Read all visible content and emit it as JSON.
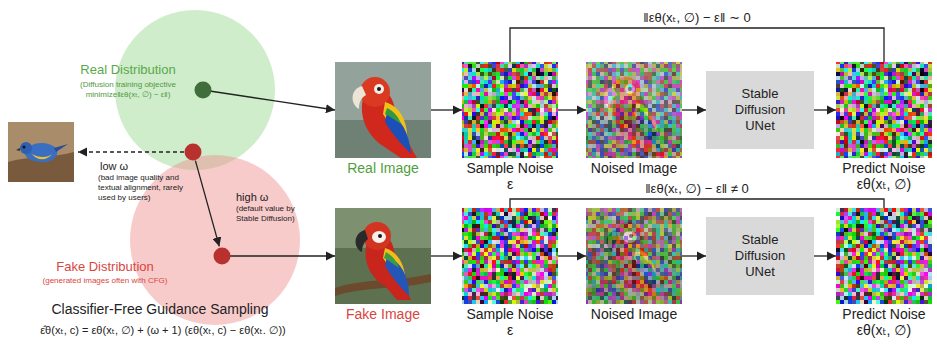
{
  "diagram": {
    "nodes": [
      {
        "text": [
          "Real Distribution",
          "(Diffusion training objective minimize‖εθ(xₜ, ∅) − ε‖)"
        ]
      },
      {
        "text": [
          "Fake Distribution",
          "(generated images often with CFG)"
        ]
      },
      {
        "text": [
          "Real Image"
        ]
      },
      {
        "text": [
          "Sample Noise",
          "ε"
        ]
      },
      {
        "text": [
          "Noised Image"
        ]
      },
      {
        "text": [
          "Stable Diffusion UNet"
        ]
      },
      {
        "text": [
          "Predict Noise",
          "εθ(xₜ, ∅)"
        ]
      },
      {
        "text": [
          "Fake Image"
        ]
      },
      {
        "text": [
          "Sample Noise",
          "ε"
        ]
      },
      {
        "text": [
          "Noised Image"
        ]
      },
      {
        "text": [
          "Stable Diffusion UNet"
        ]
      },
      {
        "text": [
          "Predict Noise",
          "εθ(xₜ, ∅)"
        ]
      }
    ],
    "edges": [
      {
        "from": 0,
        "to": 2,
        "arrow": "to"
      },
      {
        "from": 2,
        "to": 3,
        "arrow": "to"
      },
      {
        "from": 3,
        "to": 4,
        "arrow": "to"
      },
      {
        "from": 4,
        "to": 5,
        "arrow": "to"
      },
      {
        "from": 5,
        "to": 6,
        "arrow": "to"
      },
      {
        "from": 3,
        "to": 6,
        "label": "‖εθ(xₜ, ∅) − ε‖ ∼ 0",
        "arrow": "none"
      },
      {
        "from": 1,
        "to": 7,
        "arrow": "to"
      },
      {
        "from": 7,
        "to": 8,
        "arrow": "to"
      },
      {
        "from": 8,
        "to": 9,
        "arrow": "to"
      },
      {
        "from": 9,
        "to": 10,
        "arrow": "to"
      },
      {
        "from": 10,
        "to": 11,
        "arrow": "to"
      },
      {
        "from": 8,
        "to": 11,
        "label": "‖εθ(xₜ, ∅) − ε‖ ≠ 0",
        "arrow": "none"
      }
    ],
    "labels": [
      "low ω",
      "(bad image quality and textual alignment, rarely used by users)",
      "high ω",
      "(default value by Stable Diffusion)",
      "Classifier-Free Guidance Sampling",
      "ε̂θ(xₜ, c) = εθ(xₜ, ∅) + (ω + 1) (εθ(xₜ, c) − εθ(xₜ. ∅))"
    ]
  }
}
